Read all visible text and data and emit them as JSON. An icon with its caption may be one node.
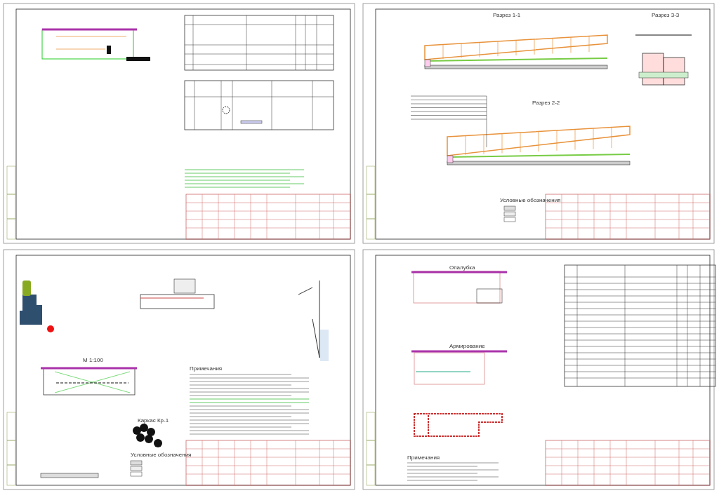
{
  "diagram": {
    "labels": [
      "Разрез 1-1",
      "Разрез 3-3",
      "Разрез 2-2",
      "Условные обозначения",
      "М 1:100",
      "Каркас Кр-1",
      "Условные обозначения",
      "Примечания",
      "Опалубка",
      "Армирование",
      "Примечания"
    ]
  }
}
